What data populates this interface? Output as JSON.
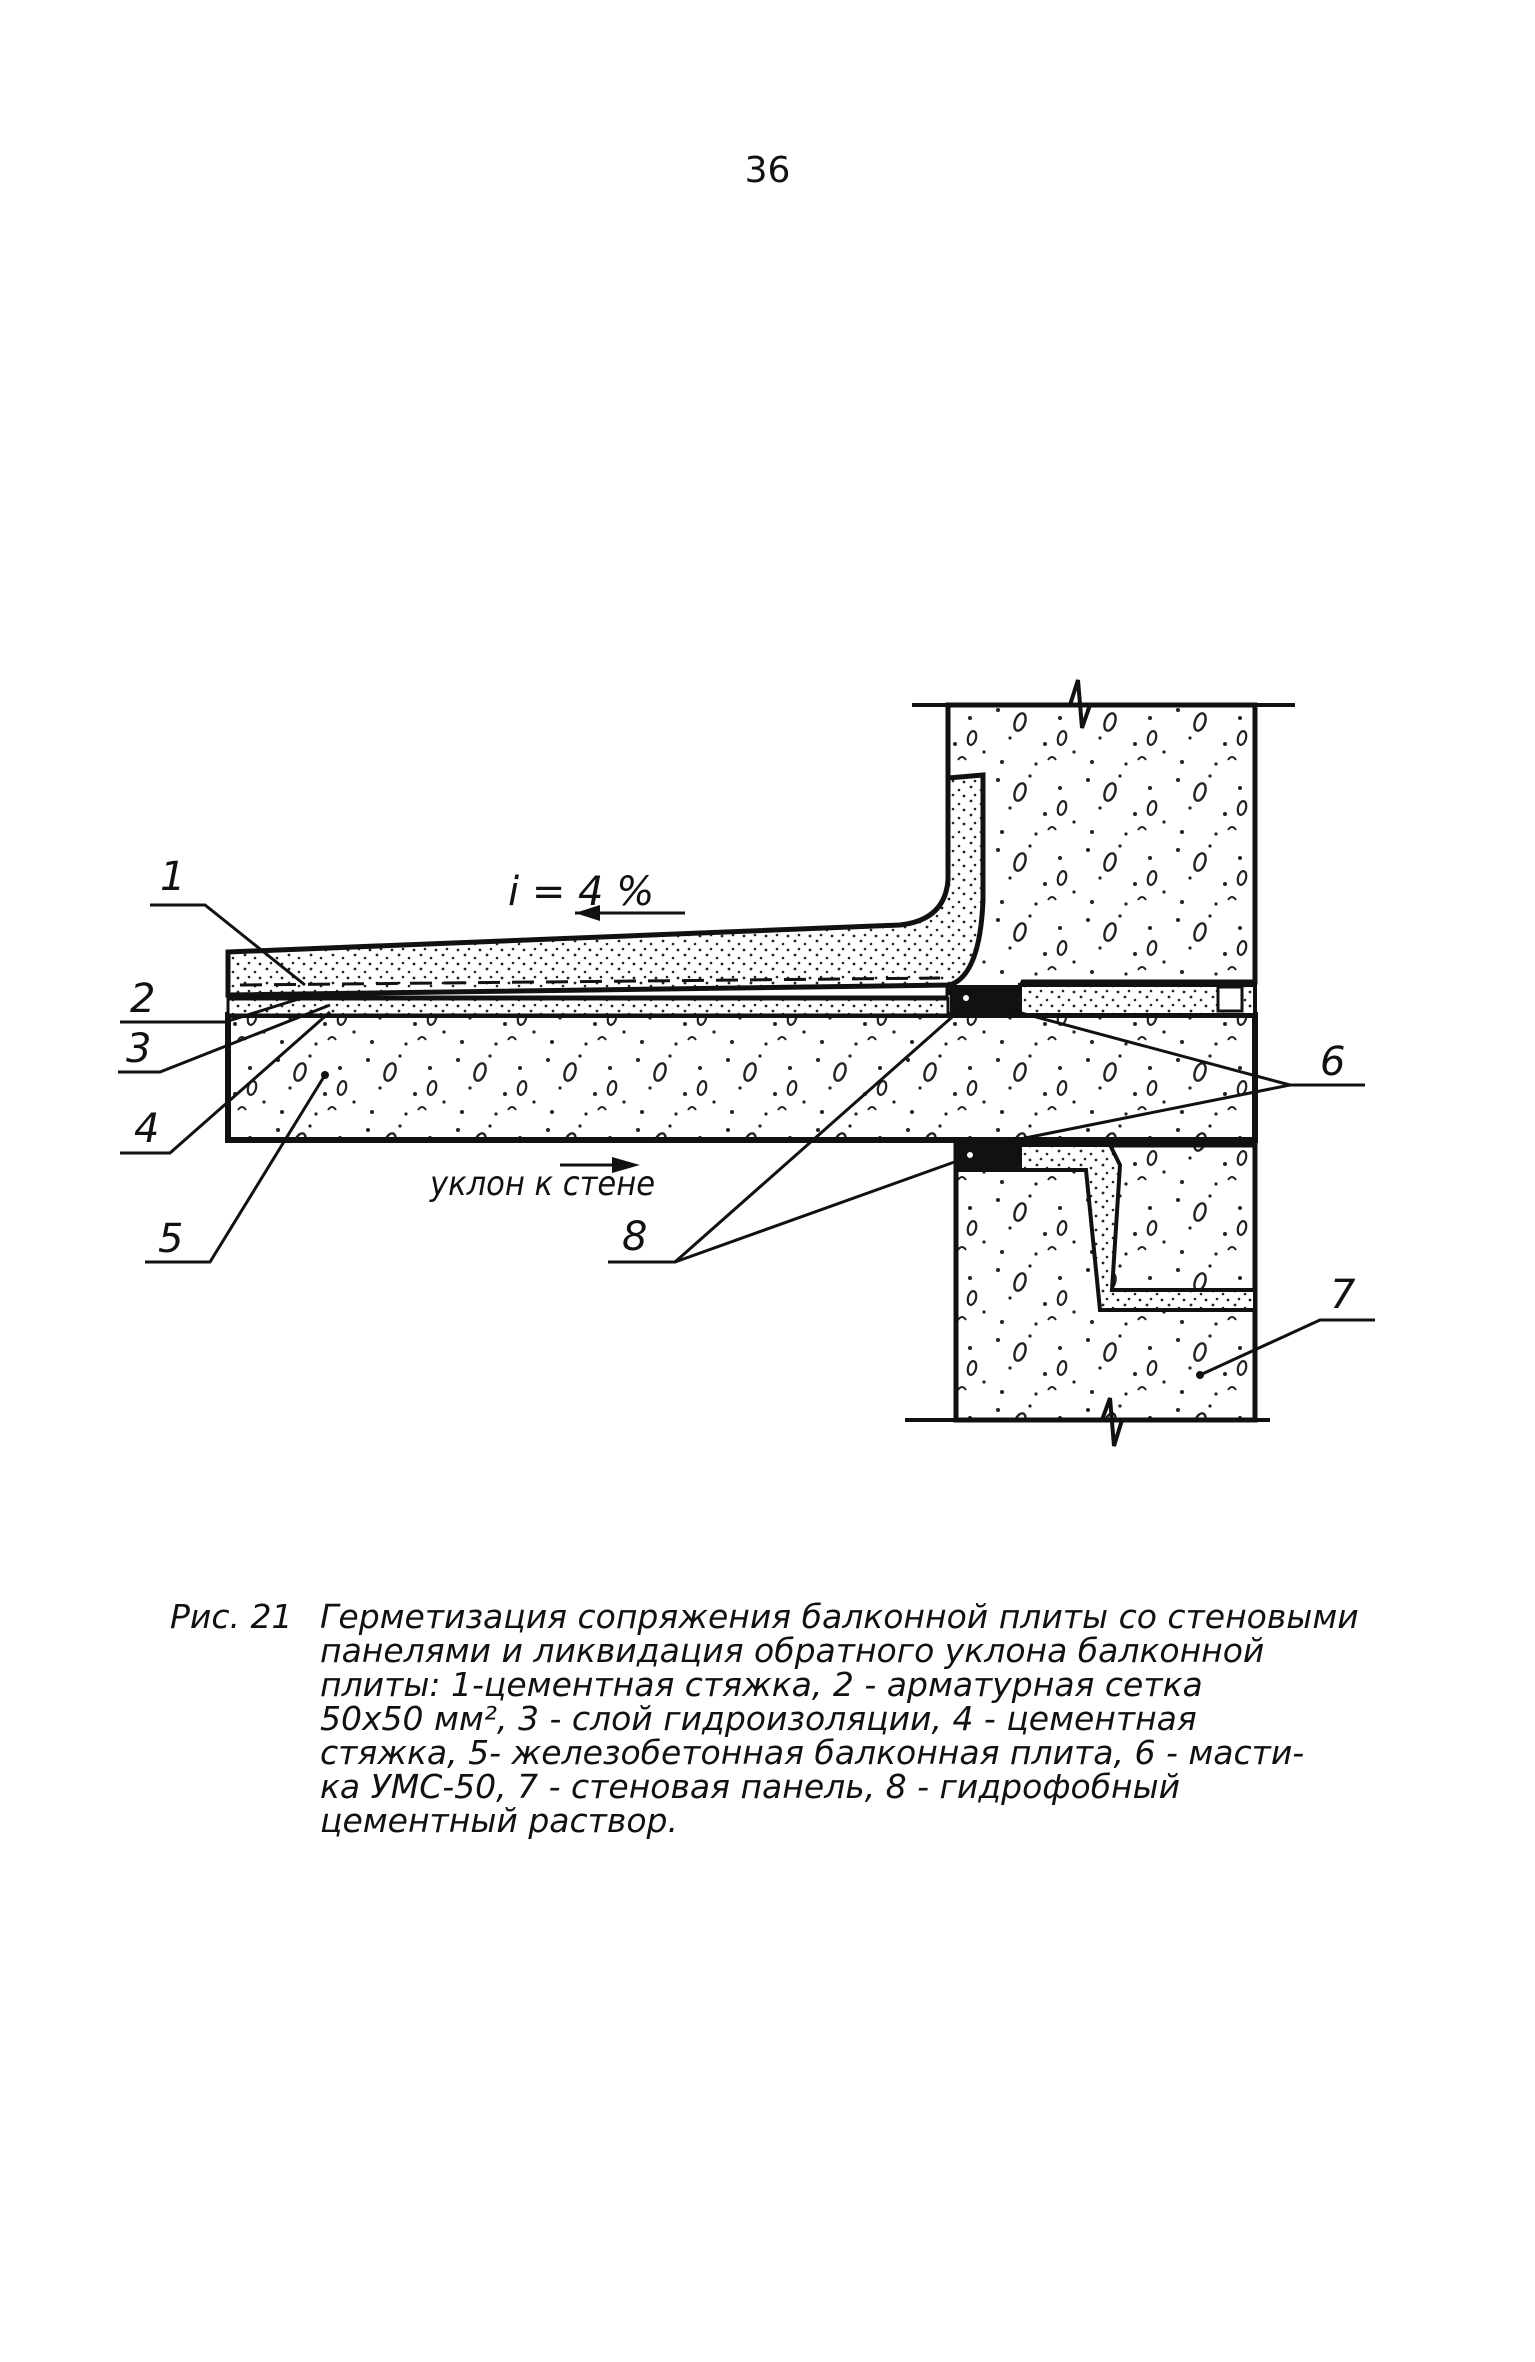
{
  "page_number": "36",
  "diagram": {
    "slope_note": "i = 4 %",
    "slope_to_wall_note": "уклон к стене",
    "callouts": {
      "c1": "1",
      "c2": "2",
      "c3": "3",
      "c4": "4",
      "c5": "5",
      "c6": "6",
      "c7": "7",
      "c8": "8"
    }
  },
  "caption": {
    "fig_label": "Рис. 21",
    "lines": [
      "Герметизация сопряжения балконной плиты со стеновыми",
      "панелями и ликвидация обратного уклона балконной",
      "плиты: 1-цементная стяжка, 2 - арматурная сетка",
      "50х50 мм², 3 - слой гидроизоляции, 4 - цементная",
      "стяжка, 5- железобетонная балконная плита, 6 - масти-",
      "ка УМС-50, 7 - стеновая панель, 8 - гидрофобный",
      "цементный раствор."
    ]
  }
}
